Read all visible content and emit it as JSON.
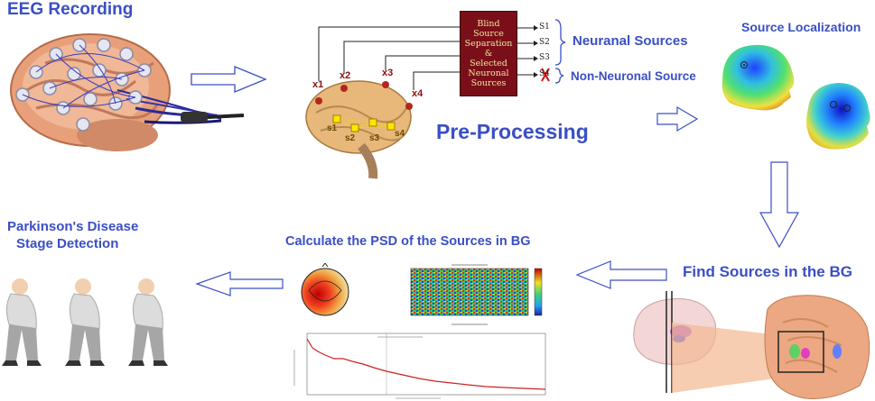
{
  "titles": {
    "eeg": "EEG Recording",
    "preprocessing": "Pre-Processing",
    "source_localization": "Source Localization",
    "find_sources": "Find Sources in the BG",
    "psd": "Calculate the PSD of the Sources in BG",
    "parkinson_line1": "Parkinson's Disease",
    "parkinson_line2": "Stage Detection"
  },
  "bss_box": {
    "line1": "Blind",
    "line2": "Source",
    "line3": "Separation",
    "line4": "&",
    "line5": "Selected",
    "line6": "Neuronal",
    "line7": "Sources"
  },
  "source_outputs": {
    "s1": "S1",
    "s2": "S2",
    "s3": "S3",
    "s4": "S4",
    "neuronal": "Neuranal Sources",
    "non_neuronal": "Non-Neuronal Source"
  },
  "electrodes": {
    "x1": "x1",
    "x2": "x2",
    "x3": "x3",
    "x4": "x4"
  },
  "sources": {
    "s1": "s1",
    "s2": "s2",
    "s3": "s3",
    "s4": "s4"
  },
  "colors": {
    "title_blue": "#3a4fc4",
    "bss_box": "#7a0f19",
    "bss_text": "#f0e6a0",
    "arrow_blue": "#3a4fc4",
    "psd_line": "#cc2222"
  }
}
